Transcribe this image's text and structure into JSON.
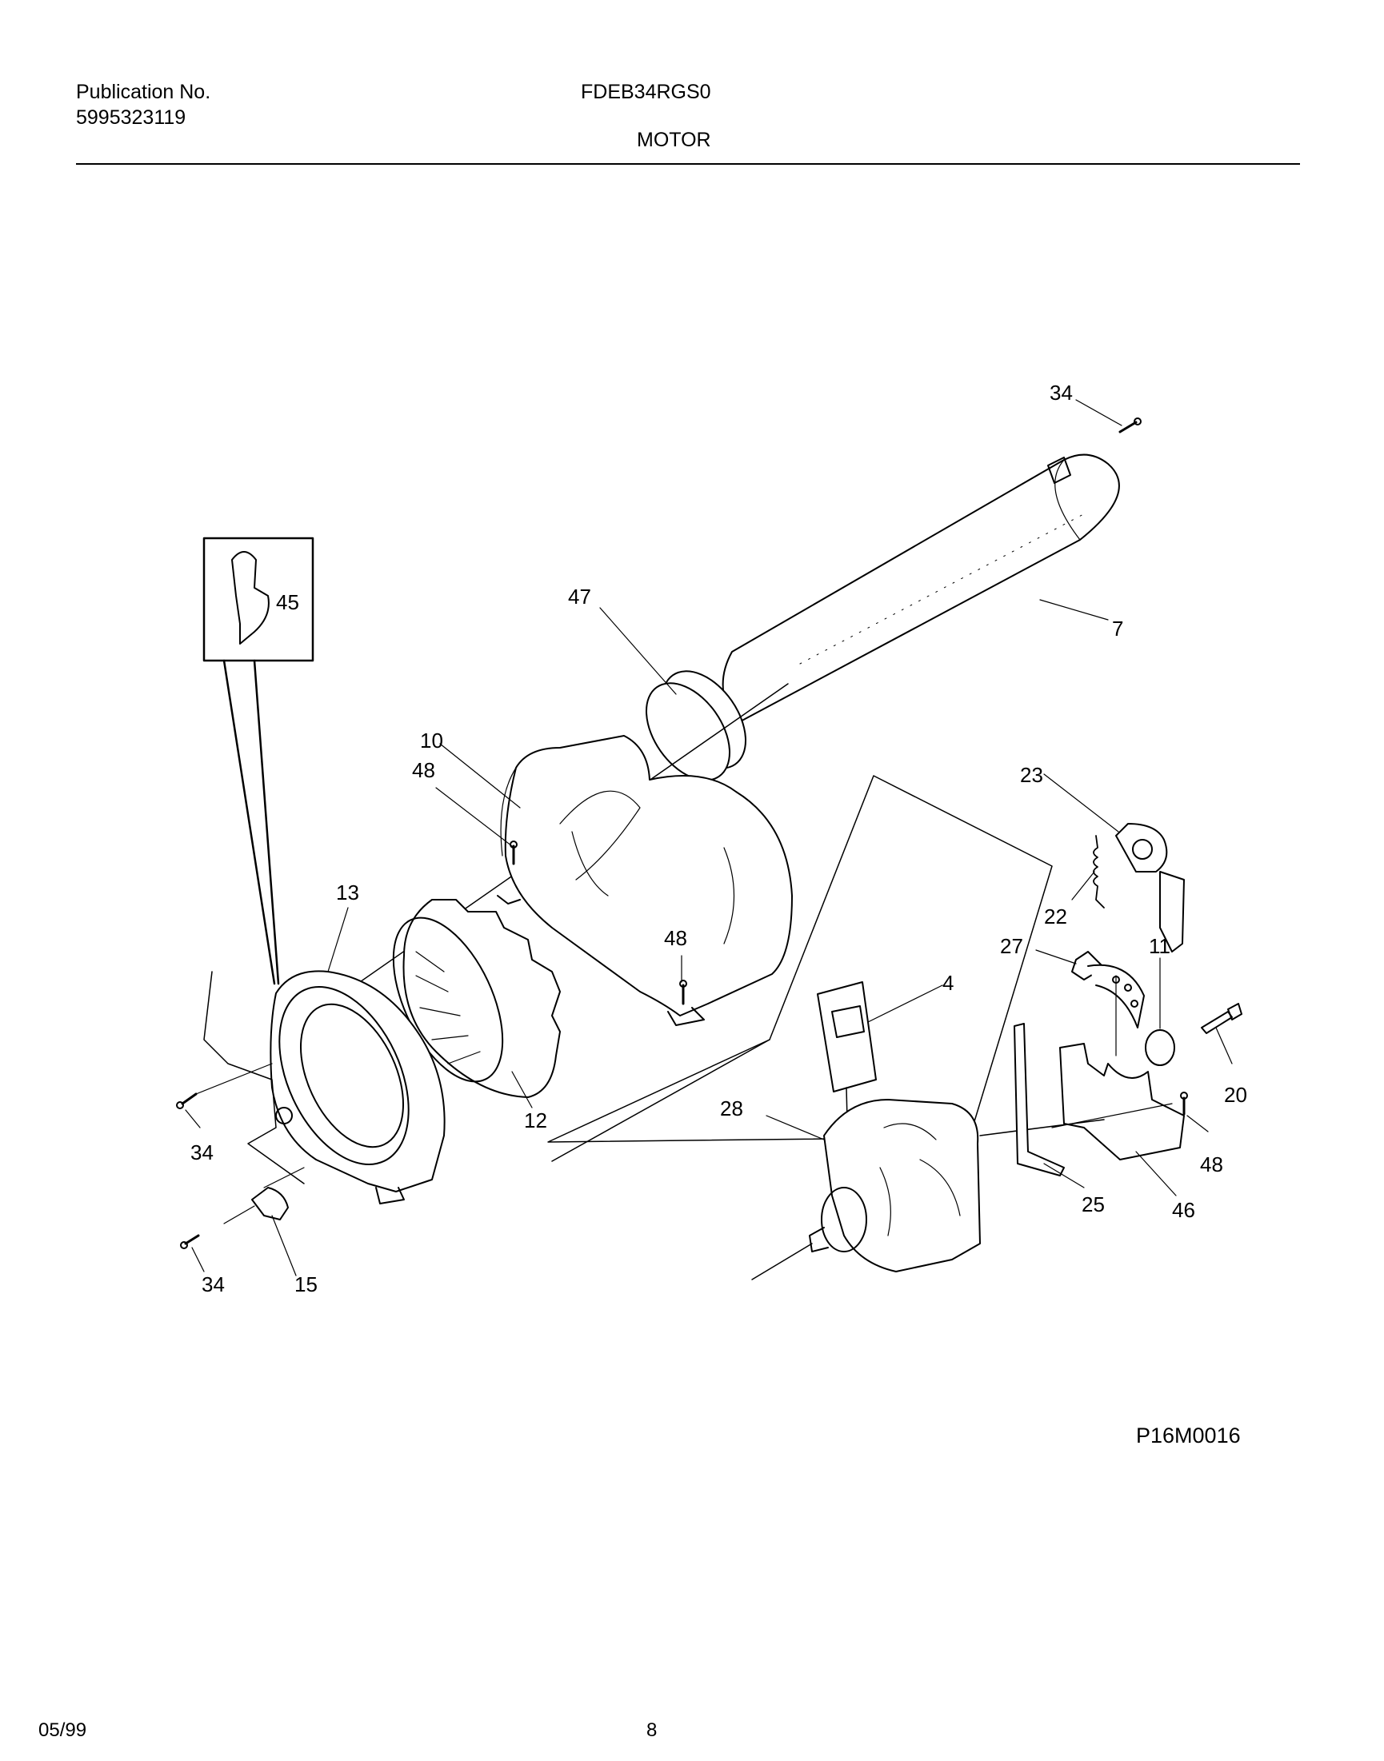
{
  "header": {
    "publication_label": "Publication No.",
    "publication_number": "5995323119",
    "model": "FDEB34RGS0",
    "section": "MOTOR"
  },
  "parts": {
    "p34_top": "34",
    "p7": "7",
    "p47": "47",
    "p45": "45",
    "p10": "10",
    "p48_a": "48",
    "p23": "23",
    "p22": "22",
    "p13": "13",
    "p48_b": "48",
    "p27": "27",
    "p11": "11",
    "p4": "4",
    "p20": "20",
    "p12": "12",
    "p28": "28",
    "p34_left": "34",
    "p48_c": "48",
    "p25": "25",
    "p46": "46",
    "p34_bottom": "34",
    "p15": "15"
  },
  "diagram_code": "P16M0016",
  "footer": {
    "date": "05/99",
    "page": "8"
  }
}
